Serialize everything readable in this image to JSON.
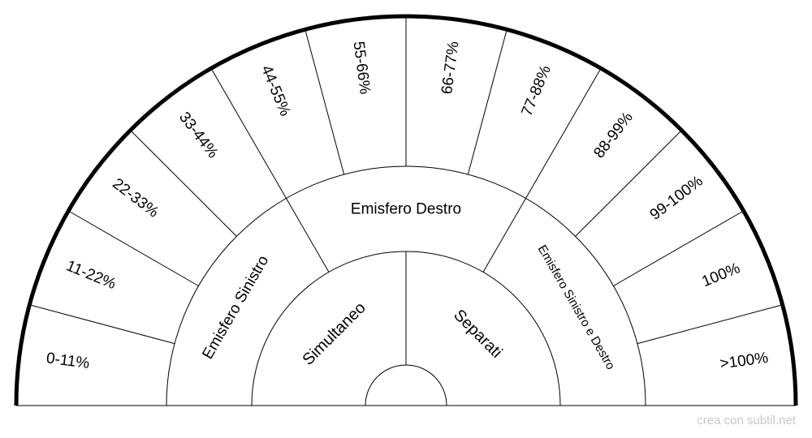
{
  "chart": {
    "outer_ring": [
      "0-11%",
      "11-22%",
      "22-33%",
      "33-44%",
      "44-55%",
      "55-66%",
      "66-77%",
      "77-88%",
      "88-99%",
      "99-100%",
      "100%",
      ">100%"
    ],
    "middle_ring": [
      "Emisfero Sinistro",
      "Emisfero Destro",
      "Emisfero Sinistro e Destro"
    ],
    "inner_ring": [
      "Simultaneo",
      "Separati"
    ]
  },
  "footer": {
    "credit": "crea con subtil.net"
  },
  "colors": {
    "stroke": "#000000",
    "footer": "#c8c8c8"
  }
}
